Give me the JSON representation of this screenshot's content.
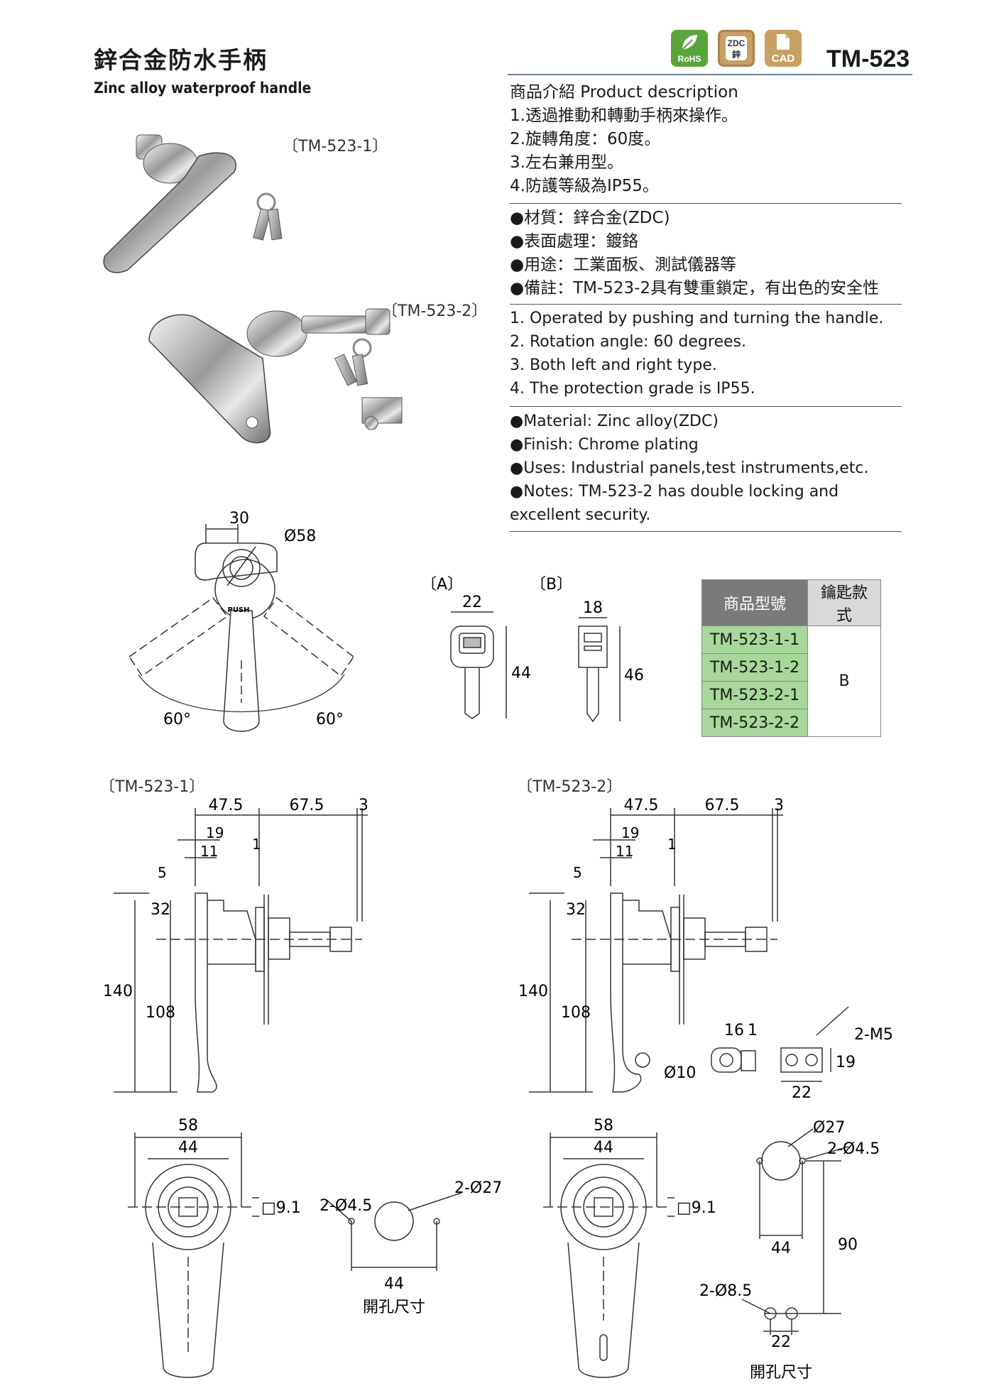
{
  "header": {
    "title_cn": "鋅合金防水手柄",
    "title_en": "Zinc alloy waterproof handle",
    "model": "TM-523",
    "badges": [
      {
        "label": "RoHS",
        "icon": "leaf-icon",
        "color": "#5aa43c"
      },
      {
        "label": "ZDC",
        "sub": "鋅",
        "color": "#c8a064"
      },
      {
        "label": "CAD",
        "icon": "file-icon",
        "color": "#c8a064"
      }
    ]
  },
  "description": {
    "title": "商品介紹 Product description",
    "features_cn": [
      "1.透過推動和轉動手柄來操作。",
      "2.旋轉角度：60度。",
      "3.左右兼用型。",
      "4.防護等級為IP55。"
    ],
    "specs_cn": [
      "●材質：鋅合金(ZDC)",
      "●表面處理：鍍鉻",
      "●用途：工業面板、測試儀器等",
      "●備註：TM-523-2具有雙重鎖定，有出色的安全性"
    ],
    "features_en": [
      "1. Operated by pushing and turning the handle.",
      "2. Rotation angle: 60 degrees.",
      "3. Both left and right type.",
      "4. The protection grade is IP55."
    ],
    "specs_en": [
      "●Material: Zinc alloy(ZDC)",
      "●Finish: Chrome plating",
      "●Uses: Industrial panels,test instruments,etc.",
      "●Notes: TM-523-2 has double locking and",
      "excellent security."
    ]
  },
  "photos": {
    "label_1": "〔TM-523-1〕",
    "label_2": "〔TM-523-2〕"
  },
  "table": {
    "headers": [
      "商品型號",
      "鑰匙款式"
    ],
    "models": [
      "TM-523-1-1",
      "TM-523-1-2",
      "TM-523-2-1",
      "TM-523-2-2"
    ],
    "key_type": "B"
  },
  "drawings": {
    "rotation": {
      "width": "30",
      "dia": "Ø58",
      "angle_left": "60°",
      "angle_right": "60°",
      "push": "PUSH"
    },
    "key_a": {
      "label": "〔A〕",
      "w": "22",
      "h": "44"
    },
    "key_b": {
      "label": "〔B〕",
      "w": "18",
      "h": "46"
    },
    "side1": {
      "label": "〔TM-523-1〕",
      "d1": "47.5",
      "d2": "67.5",
      "d3": "3",
      "d4": "19",
      "d5": "11",
      "d6": "1",
      "d7": "5",
      "d8": "32",
      "d9": "140",
      "d10": "108"
    },
    "side2": {
      "label": "〔TM-523-2〕",
      "d1": "47.5",
      "d2": "67.5",
      "d3": "3",
      "d4": "19",
      "d5": "11",
      "d6": "1",
      "d7": "5",
      "d8": "32",
      "d9": "140",
      "d10": "108",
      "hole": "Ø10",
      "d11": "16",
      "d12": "1",
      "d13": "2-M5",
      "d14": "19",
      "d15": "22"
    },
    "front1": {
      "d1": "58",
      "d2": "44",
      "sq": "□9.1"
    },
    "cutout1": {
      "d1": "2-Ø4.5",
      "d2": "2-Ø27",
      "d3": "44",
      "caption": "開孔尺寸"
    },
    "front2": {
      "d1": "58",
      "d2": "44",
      "sq": "□9.1"
    },
    "cutout2": {
      "d1": "Ø27",
      "d2": "2-Ø4.5",
      "d3": "44",
      "d4": "90",
      "d5": "2-Ø8.5",
      "d6": "22",
      "caption": "開孔尺寸"
    }
  }
}
